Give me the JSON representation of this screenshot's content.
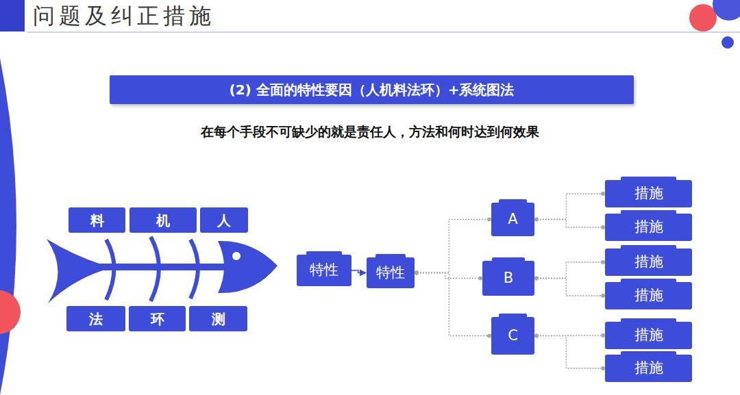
{
  "diagram": {
    "title": "问题及纠正措施",
    "nodes": [
      {
        "text": [
          "(2) 全面的特性要因（人机料法环）+系统图法"
        ]
      },
      {
        "text": [
          "料"
        ]
      },
      {
        "text": [
          "机"
        ]
      },
      {
        "text": [
          "人"
        ]
      },
      {
        "text": [
          "法"
        ]
      },
      {
        "text": [
          "环"
        ]
      },
      {
        "text": [
          "测"
        ]
      },
      {
        "text": [
          "特性"
        ]
      },
      {
        "text": [
          "特性"
        ]
      },
      {
        "text": [
          "A"
        ]
      },
      {
        "text": [
          "B"
        ]
      },
      {
        "text": [
          "C"
        ]
      },
      {
        "text": [
          "措施"
        ]
      },
      {
        "text": [
          "措施"
        ]
      },
      {
        "text": [
          "措施"
        ]
      },
      {
        "text": [
          "措施"
        ]
      },
      {
        "text": [
          "措施"
        ]
      },
      {
        "text": [
          "措施"
        ]
      }
    ],
    "edges": [
      {
        "from": 7,
        "to": 8,
        "arrow": "to"
      },
      {
        "from": 8,
        "to": 9,
        "arrow": "none"
      },
      {
        "from": 8,
        "to": 10,
        "arrow": "none"
      },
      {
        "from": 8,
        "to": 11,
        "arrow": "none"
      },
      {
        "from": 9,
        "to": 12,
        "arrow": "none"
      },
      {
        "from": 9,
        "to": 13,
        "arrow": "none"
      },
      {
        "from": 10,
        "to": 14,
        "arrow": "none"
      },
      {
        "from": 10,
        "to": 15,
        "arrow": "none"
      },
      {
        "from": 11,
        "to": 16,
        "arrow": "none"
      },
      {
        "from": 11,
        "to": 17,
        "arrow": "none"
      }
    ],
    "labels": [
      "在每个手段不可缺少的就是责任人，方法和何时达到何效果"
    ]
  }
}
